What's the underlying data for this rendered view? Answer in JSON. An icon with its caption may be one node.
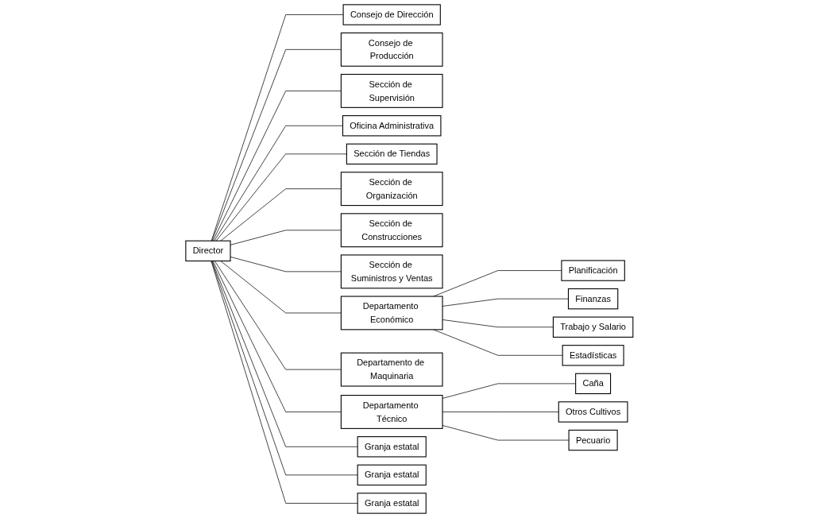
{
  "diagram": {
    "nodes": [
      {
        "text": [
          "Director"
        ]
      },
      {
        "text": [
          "Consejo de Dirección"
        ]
      },
      {
        "text": [
          "Consejo de Producción"
        ]
      },
      {
        "text": [
          "Sección de Supervisión"
        ]
      },
      {
        "text": [
          "Oficina Administrativa"
        ]
      },
      {
        "text": [
          "Sección de Tiendas"
        ]
      },
      {
        "text": [
          "Sección de Organización"
        ]
      },
      {
        "text": [
          "Sección de Construcciones"
        ]
      },
      {
        "text": [
          "Sección de Suministros y Ventas"
        ]
      },
      {
        "text": [
          "Departamento Económico"
        ]
      },
      {
        "text": [
          "Departamento de Maquinaria"
        ]
      },
      {
        "text": [
          "Departamento Técnico"
        ]
      },
      {
        "text": [
          "Planificación"
        ]
      },
      {
        "text": [
          "Finanzas"
        ]
      },
      {
        "text": [
          "Trabajo y Salario"
        ]
      },
      {
        "text": [
          "Estadísticas"
        ]
      },
      {
        "text": [
          "Caña"
        ]
      },
      {
        "text": [
          "Otros Cultivos"
        ]
      },
      {
        "text": [
          "Pecuario"
        ]
      },
      {
        "text": [
          "Granja estatal"
        ]
      },
      {
        "text": [
          "Granja estatal"
        ]
      },
      {
        "text": [
          "Granja estatal"
        ]
      }
    ],
    "edges": [
      {
        "from": 0,
        "to": 1,
        "arrow": "none"
      },
      {
        "from": 0,
        "to": 2,
        "arrow": "none"
      },
      {
        "from": 0,
        "to": 3,
        "arrow": "none"
      },
      {
        "from": 0,
        "to": 4,
        "arrow": "none"
      },
      {
        "from": 0,
        "to": 5,
        "arrow": "none"
      },
      {
        "from": 0,
        "to": 6,
        "arrow": "none"
      },
      {
        "from": 0,
        "to": 7,
        "arrow": "none"
      },
      {
        "from": 0,
        "to": 8,
        "arrow": "none"
      },
      {
        "from": 0,
        "to": 9,
        "arrow": "none"
      },
      {
        "from": 0,
        "to": 10,
        "arrow": "none"
      },
      {
        "from": 0,
        "to": 11,
        "arrow": "none"
      },
      {
        "from": 9,
        "to": 12,
        "arrow": "none"
      },
      {
        "from": 9,
        "to": 13,
        "arrow": "none"
      },
      {
        "from": 9,
        "to": 14,
        "arrow": "none"
      },
      {
        "from": 9,
        "to": 15,
        "arrow": "none"
      },
      {
        "from": 11,
        "to": 16,
        "arrow": "none"
      },
      {
        "from": 11,
        "to": 17,
        "arrow": "none"
      },
      {
        "from": 11,
        "to": 18,
        "arrow": "none"
      },
      {
        "from": 0,
        "to": 19,
        "arrow": "none"
      },
      {
        "from": 0,
        "to": 20,
        "arrow": "none"
      },
      {
        "from": 0,
        "to": 21,
        "arrow": "none"
      }
    ]
  }
}
